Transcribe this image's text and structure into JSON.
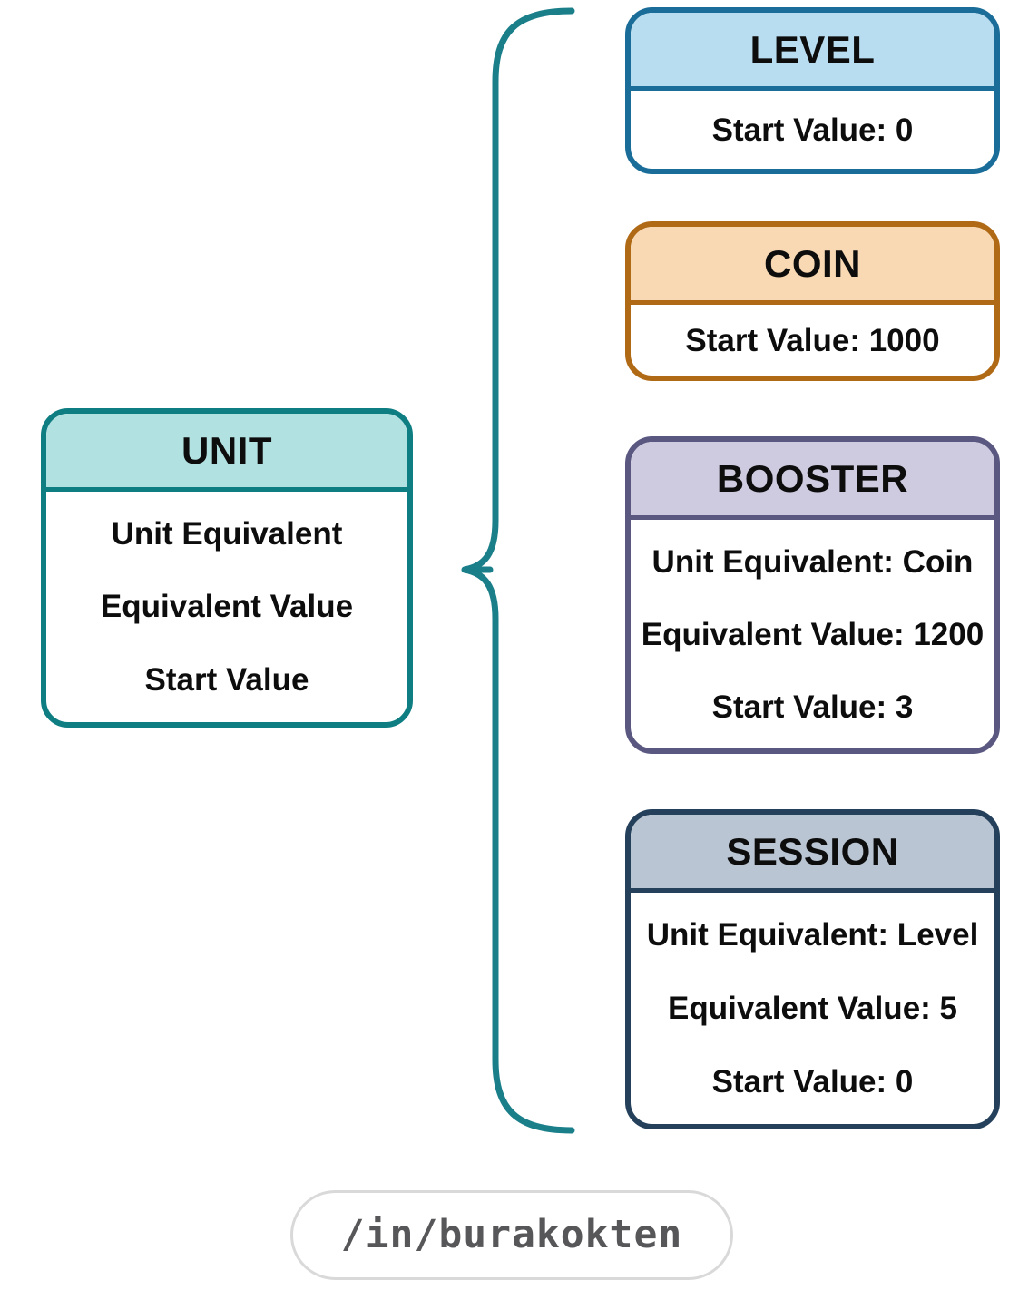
{
  "unit_card": {
    "title": "UNIT",
    "rows": [
      "Unit Equivalent",
      "Equivalent Value",
      "Start Value"
    ],
    "border_color": "#0f7e82",
    "header_fill": "#b2e1e1"
  },
  "derived_cards": [
    {
      "title": "LEVEL",
      "rows": [
        "Start Value: 0"
      ],
      "border_color": "#1a6d99",
      "header_fill": "#b9ddf0"
    },
    {
      "title": "COIN",
      "rows": [
        "Start Value: 1000"
      ],
      "border_color": "#b06a16",
      "header_fill": "#f8d9b3"
    },
    {
      "title": "BOOSTER",
      "rows": [
        "Unit Equivalent: Coin",
        "Equivalent Value: 1200",
        "Start Value: 3"
      ],
      "border_color": "#5a5880",
      "header_fill": "#cecbe0"
    },
    {
      "title": "SESSION",
      "rows": [
        "Unit Equivalent: Level",
        "Equivalent Value: 5",
        "Start Value: 0"
      ],
      "border_color": "#24405a",
      "header_fill": "#b9c5d2"
    }
  ],
  "brace": {
    "color": "#1b7f8a"
  },
  "badge": {
    "label": "/in/burakokten",
    "text_color": "#57575a",
    "border_color": "#d9d9d9"
  },
  "text_color": "#0d0d0d"
}
